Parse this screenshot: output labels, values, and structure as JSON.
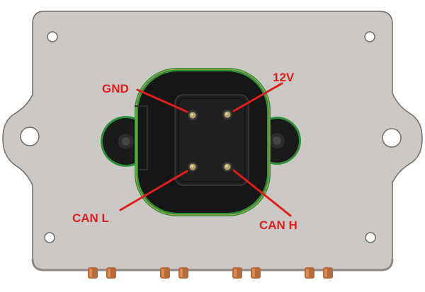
{
  "colors": {
    "plate": "#cbc8c5",
    "plate_edge": "#6f6c69",
    "connector_body": "#161616",
    "pcb_green": "#2f8f3a",
    "pin_gold": "#b9a46a",
    "callout_red": "#e01e1e",
    "terminal_copper": "#b86b3a"
  },
  "labels": {
    "gnd": "GND",
    "v12": "12V",
    "can_l": "CAN L",
    "can_h": "CAN H"
  },
  "icons": {
    "mounting_hole": "circle",
    "pin": "circle"
  }
}
